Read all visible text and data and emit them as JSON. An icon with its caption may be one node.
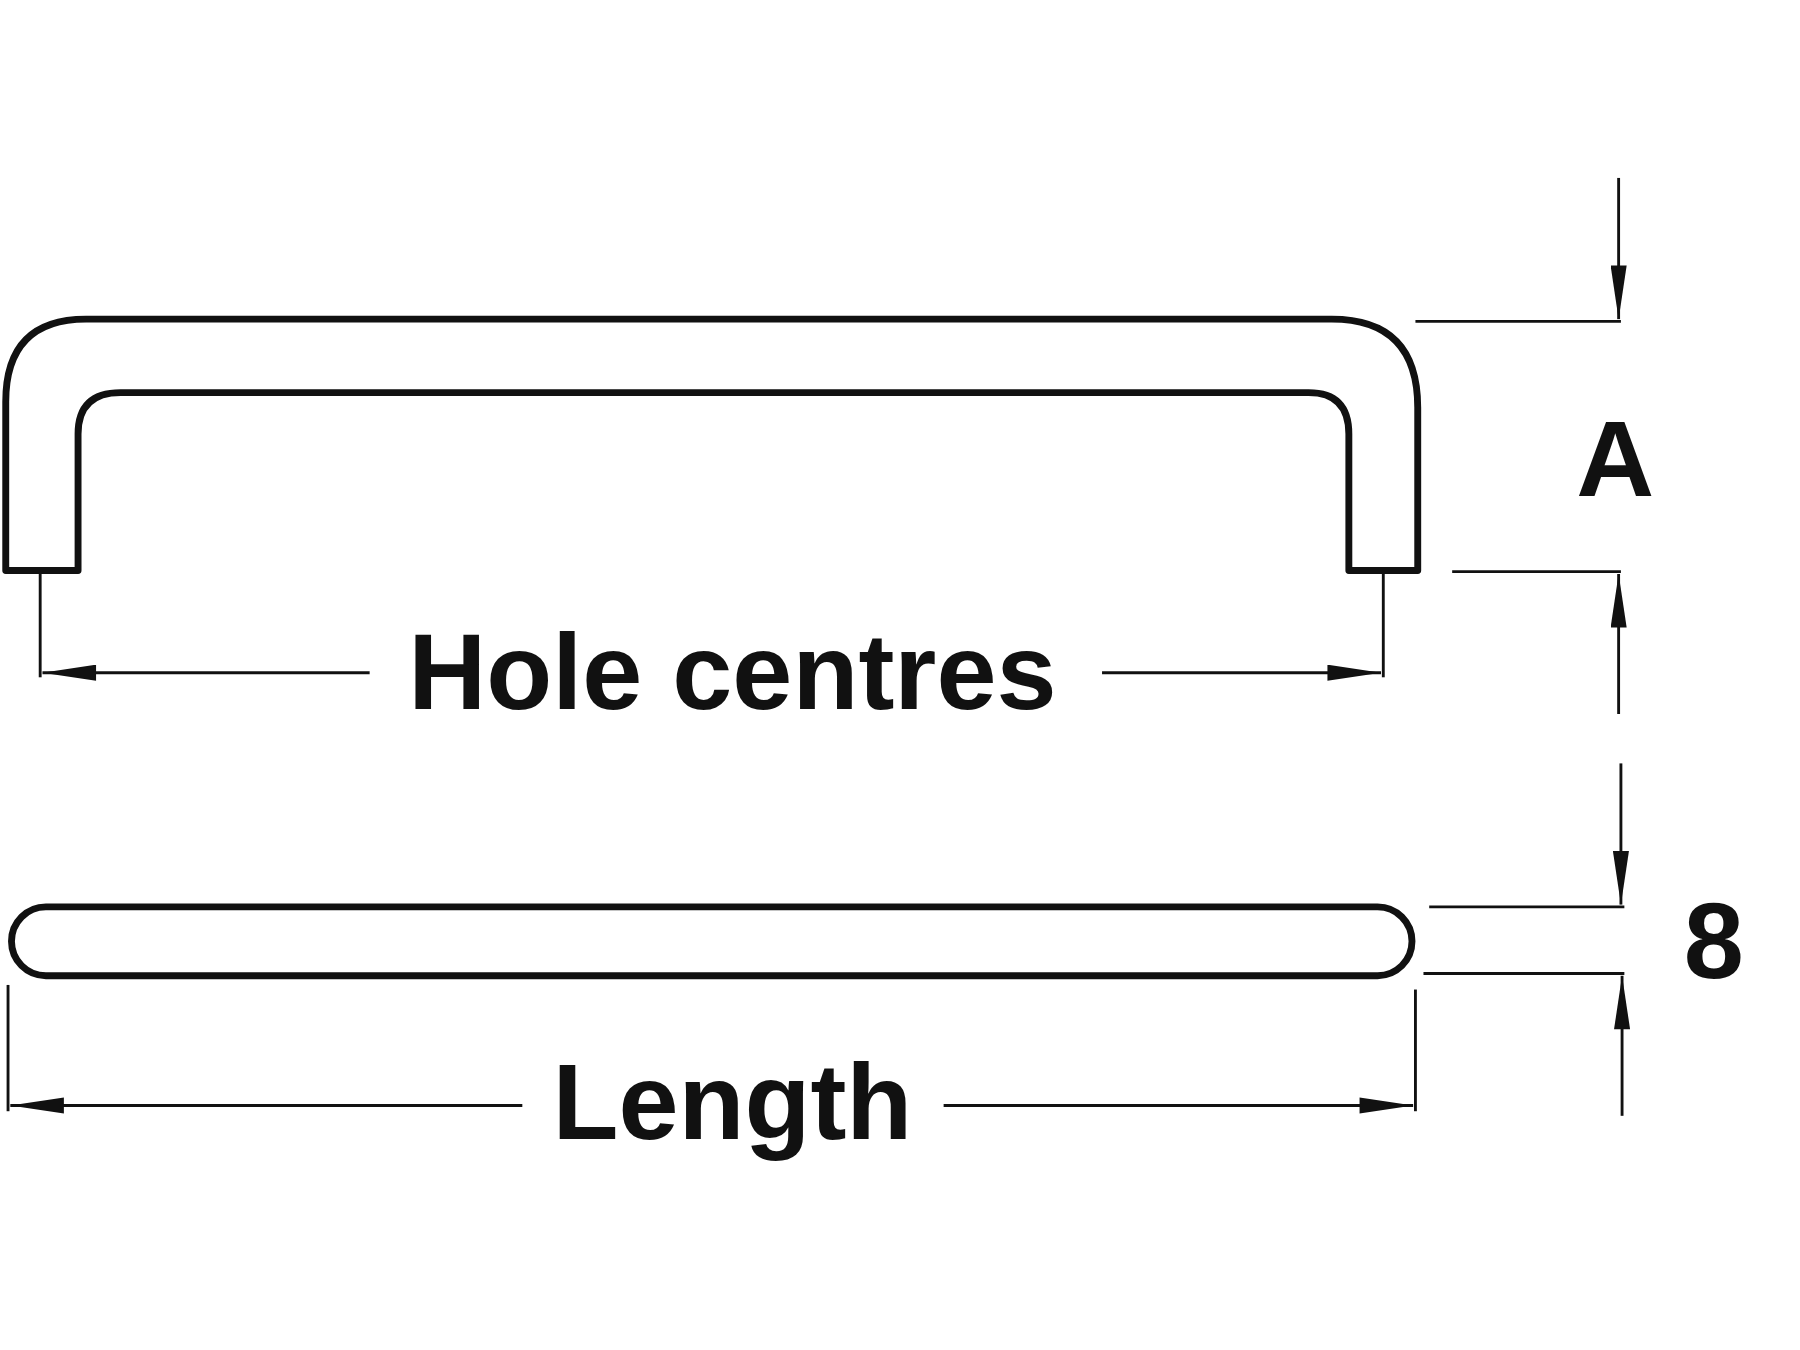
{
  "diagram": {
    "labels": [
      "A",
      "Hole centres",
      "8",
      "Length"
    ]
  }
}
